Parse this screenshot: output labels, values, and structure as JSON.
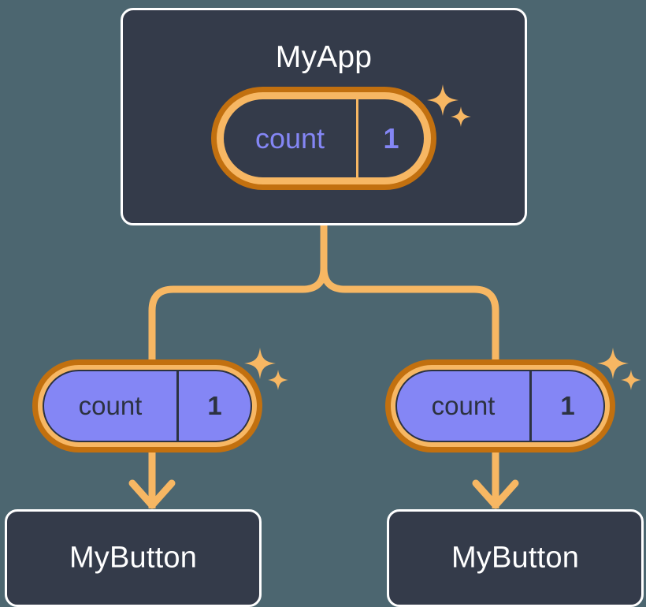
{
  "theme": {
    "background": "#4c6670",
    "card_fill": "#343b4a",
    "card_border": "#ffffff",
    "ring_outer": "#c2700f",
    "ring_inner": "#f7b763",
    "accent_amber": "#f7b763",
    "periwinkle": "#8486f5",
    "dark_text": "#2c3240"
  },
  "diagram": {
    "type": "component-state-tree",
    "root": {
      "name": "root-component",
      "title": "MyApp",
      "state_pill": {
        "key": "count",
        "value": "1",
        "variant": "dark"
      },
      "sparkle": "sparkle-icon"
    },
    "branches": [
      {
        "name": "branch-left",
        "state_pill": {
          "key": "count",
          "value": "1",
          "variant": "purple"
        },
        "sparkle": "sparkle-icon",
        "child": {
          "name": "leaf-component-left",
          "title": "MyButton"
        }
      },
      {
        "name": "branch-right",
        "state_pill": {
          "key": "count",
          "value": "1",
          "variant": "purple"
        },
        "sparkle": "sparkle-icon",
        "child": {
          "name": "leaf-component-right",
          "title": "MyButton"
        }
      }
    ],
    "connectors": {
      "style": "rounded-elbow-tree",
      "color": "#f7b763",
      "arrowheads": 2
    }
  }
}
